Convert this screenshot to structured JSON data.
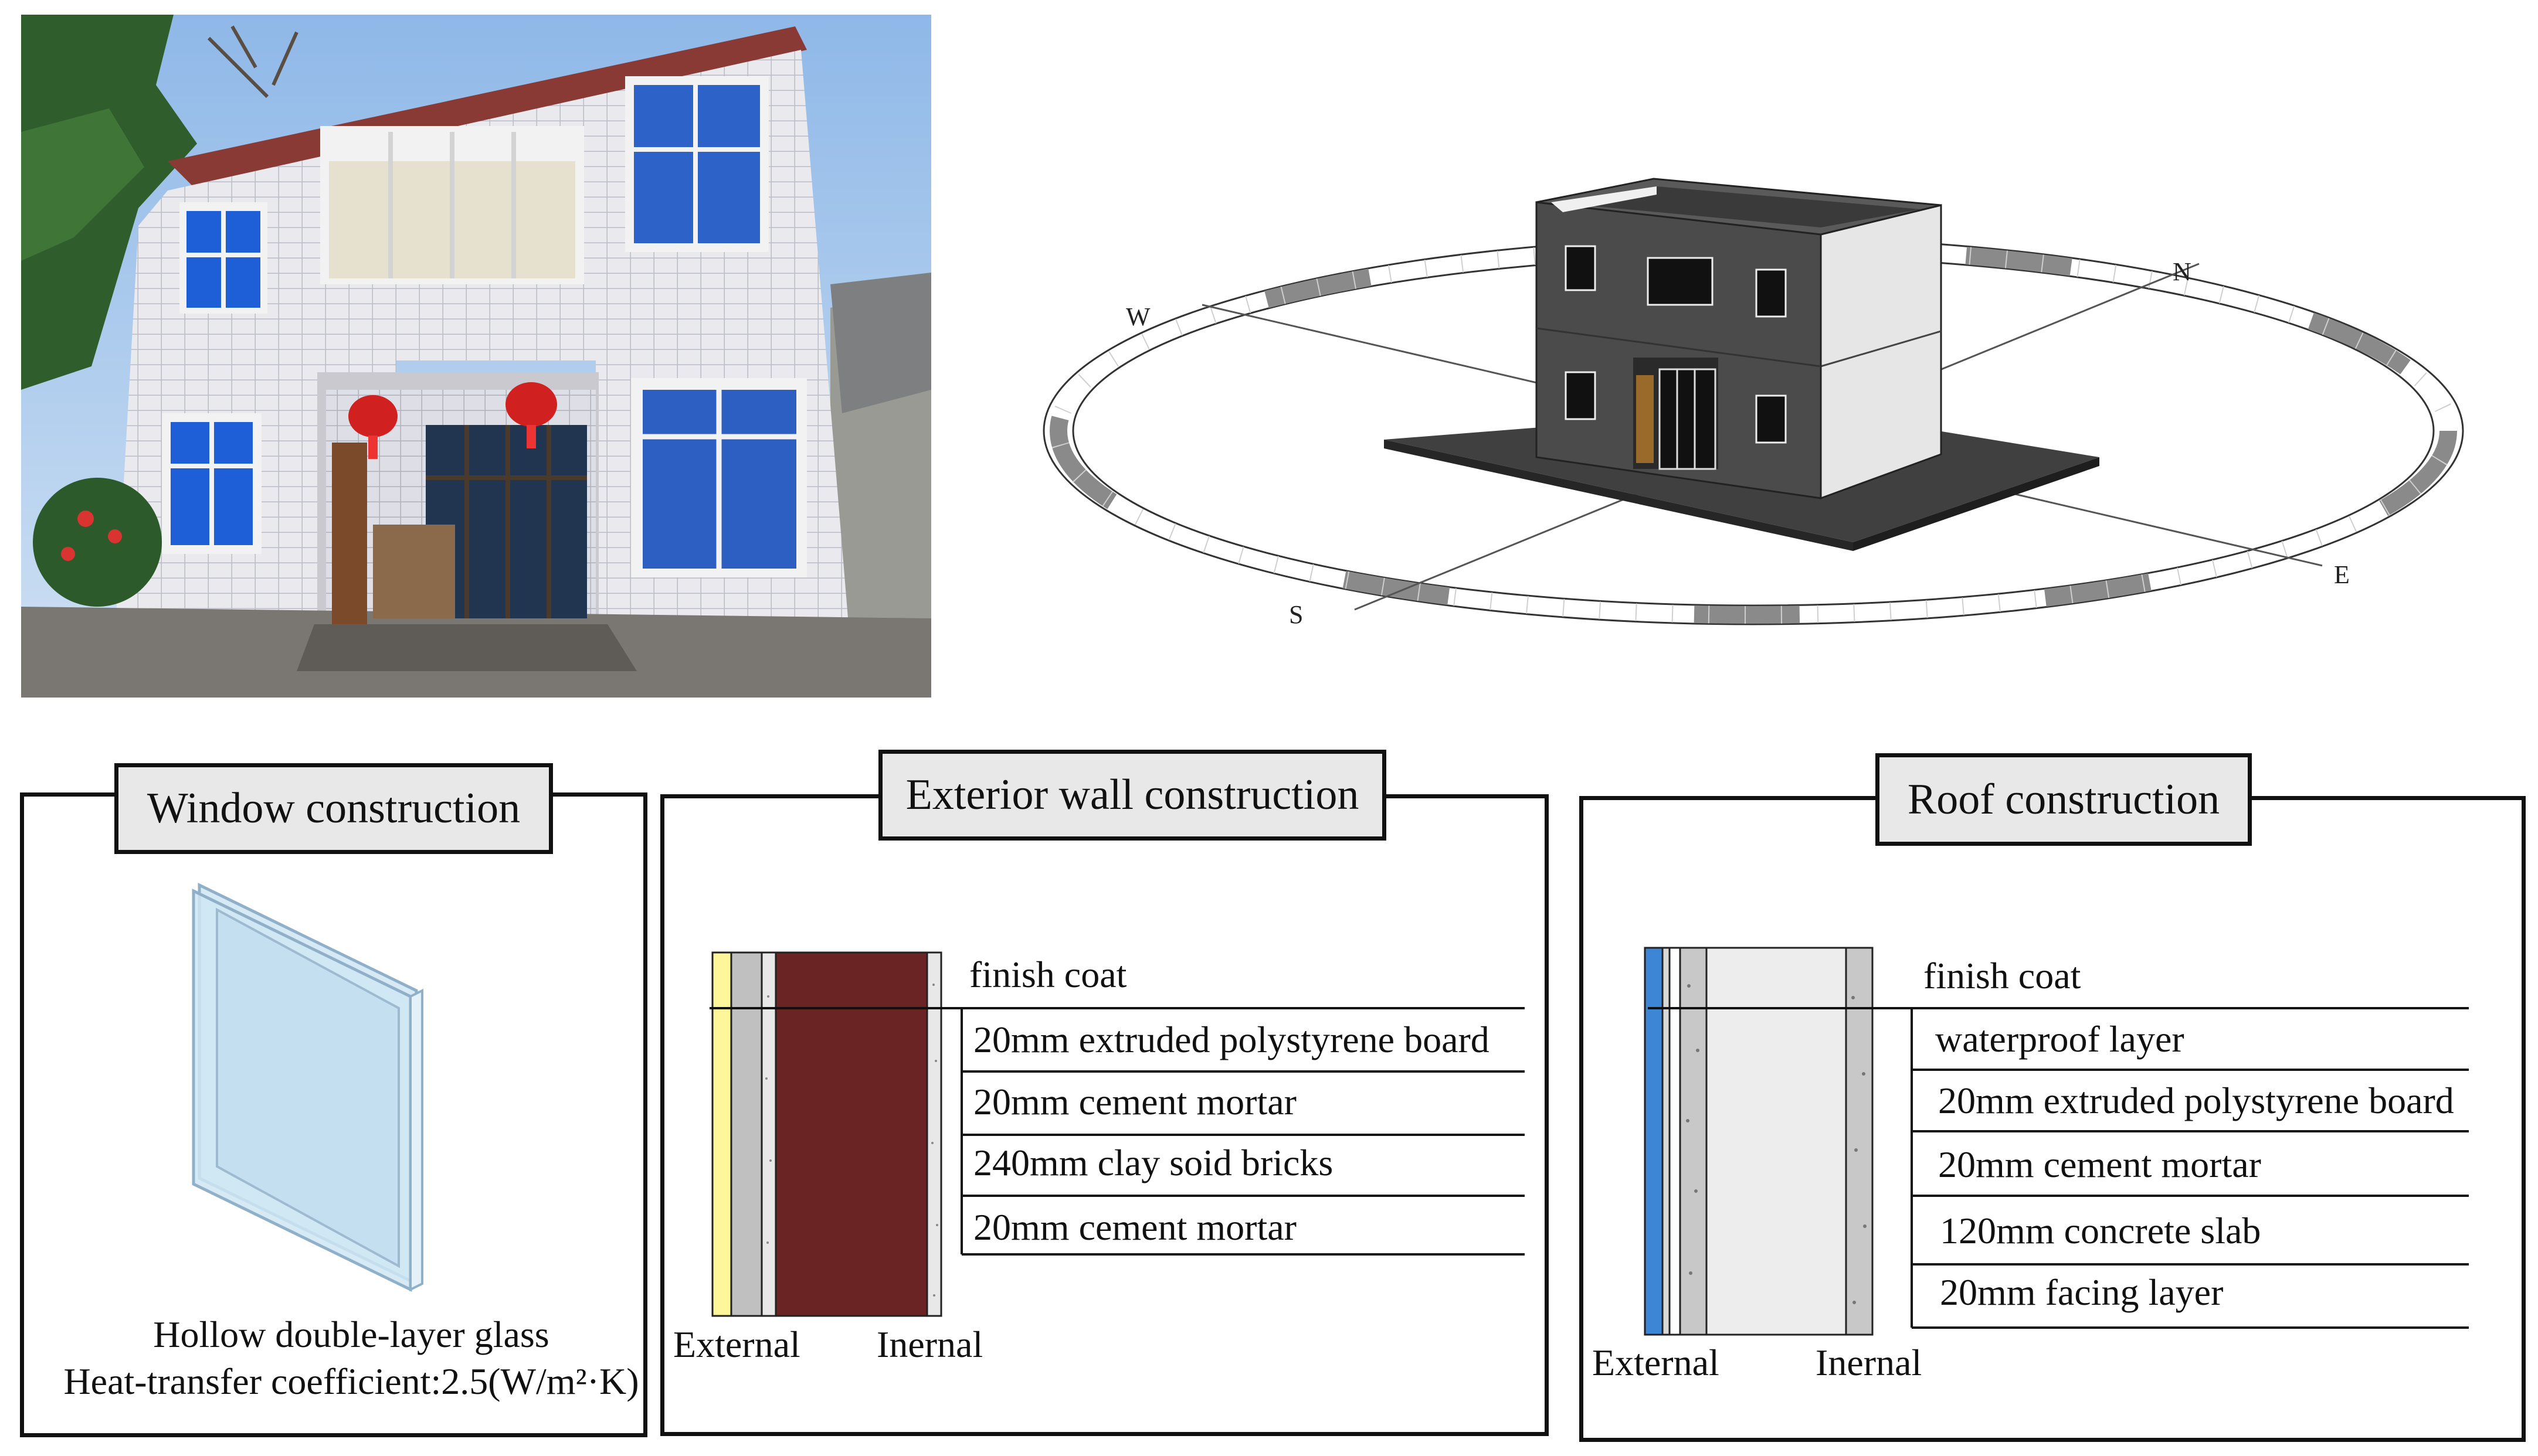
{
  "render3d": {
    "compass": {
      "n": "N",
      "e": "E",
      "s": "S",
      "w": "W"
    }
  },
  "window_panel": {
    "title": "Window construction",
    "caption_line1": "Hollow double-layer glass",
    "caption_line2": "Heat-transfer coefficient:2.5(W/m²·K)"
  },
  "wall_panel": {
    "title": "Exterior wall construction",
    "layers": [
      "finish coat",
      "20mm extruded polystyrene board",
      "20mm cement mortar",
      "240mm clay  soid bricks",
      "20mm cement mortar"
    ],
    "external_label": "External",
    "internal_label": "Inernal"
  },
  "roof_panel": {
    "title": "Roof construction",
    "layers": [
      "finish coat",
      "waterproof layer",
      "20mm extruded polystyrene board",
      "20mm cement mortar",
      "120mm concrete slab",
      "20mm facing layer"
    ],
    "external_label": "External",
    "internal_label": "Inernal"
  },
  "colors": {
    "finish_coat_yellow": "#fff59a",
    "polystyrene_gray": "#c0c0c0",
    "brick_red": "#6b2424",
    "waterproof_blue": "#3d86d6",
    "glass_blue": "#cfe6f3",
    "panel_title_bg": "#e8e8e8"
  }
}
